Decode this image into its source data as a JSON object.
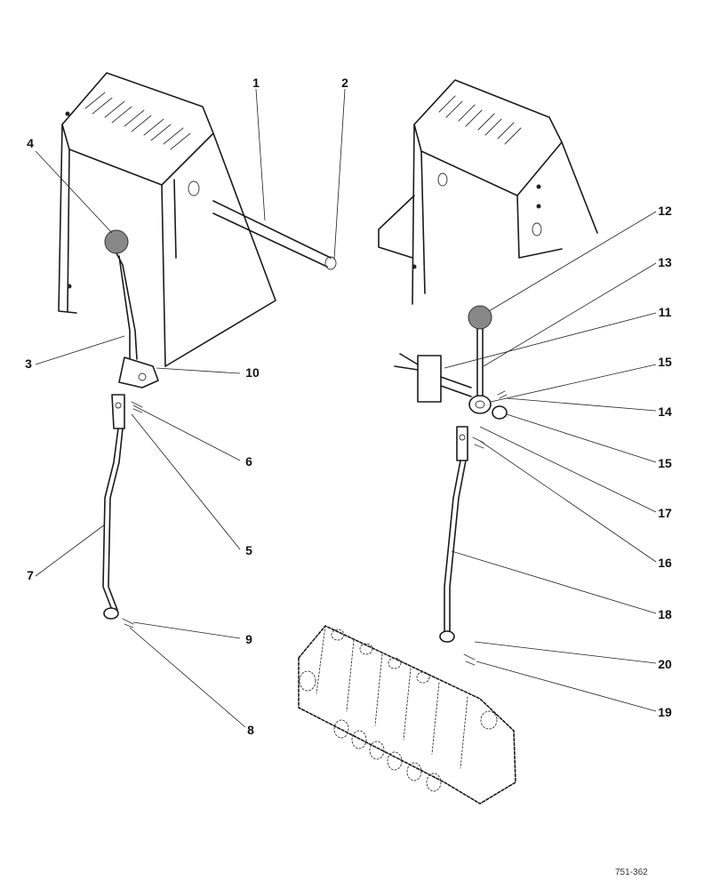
{
  "callouts": {
    "c1": "1",
    "c2": "2",
    "c3": "3",
    "c4": "4",
    "c5": "5",
    "c6": "6",
    "c7": "7",
    "c8": "8",
    "c9": "9",
    "c10": "10",
    "c11": "11",
    "c12": "12",
    "c13": "13",
    "c14": "14",
    "c15a": "15",
    "c15b": "15",
    "c16": "16",
    "c17": "17",
    "c18": "18",
    "c19": "19",
    "c20": "20"
  },
  "figure_code": "751-362"
}
